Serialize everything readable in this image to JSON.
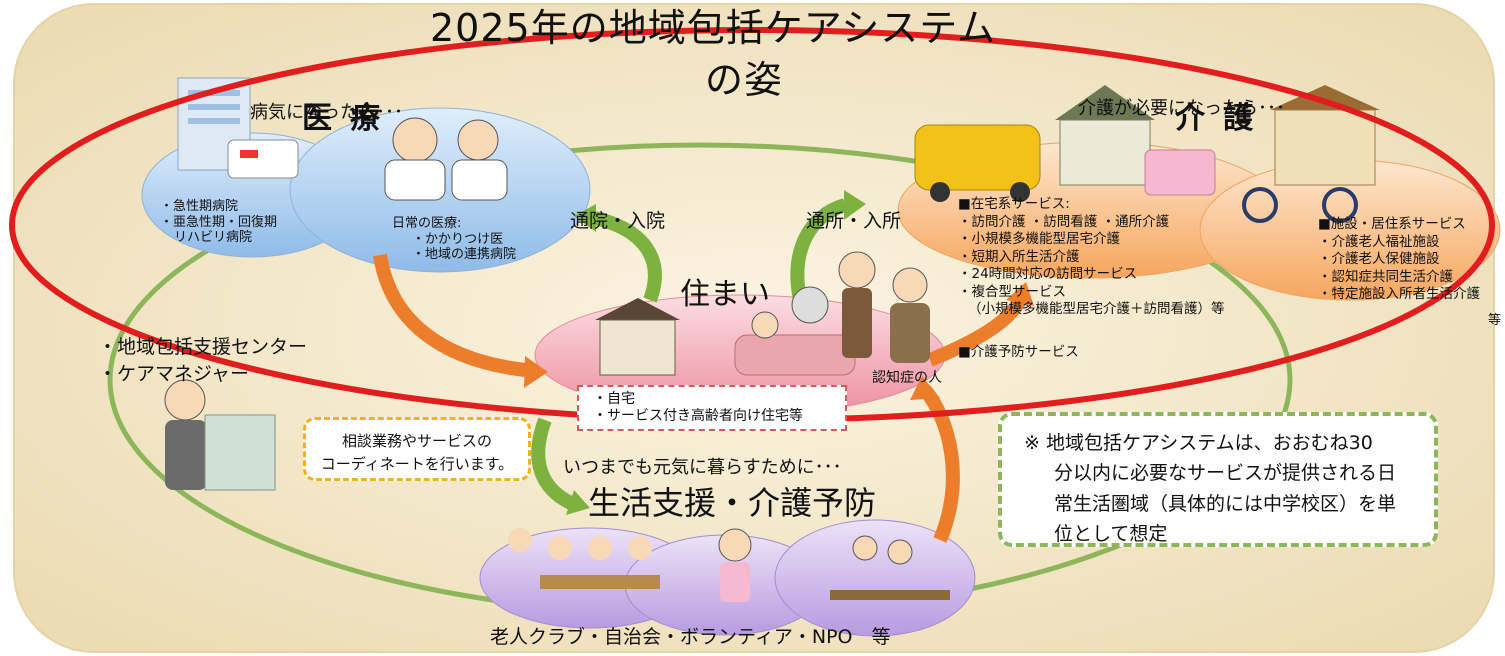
{
  "title": {
    "line1": "2025年の地域包括ケアシステム",
    "line2": "の姿"
  },
  "medical": {
    "caption": "病気になったら･･･",
    "heading": "医療",
    "hospital_lines": [
      "・急性期病院",
      "・亜急性期・回復期",
      "リハビリ病院"
    ],
    "daily_lines": [
      "日常の医療:",
      "・かかりつけ医",
      "・地域の連携病院"
    ]
  },
  "care": {
    "caption": "介護が必要になったら･･･",
    "heading": "介護",
    "home_services": [
      "■在宅系サービス:",
      "・訪問介護 ・訪問看護 ・通所介護",
      "・小規模多機能型居宅介護",
      "・短期入所生活介護",
      "・24時間対応の訪問サービス",
      "・複合型サービス",
      "（小規模多機能型居宅介護＋訪問看護）等"
    ],
    "prevention_service": "■介護予防サービス",
    "facility_services": [
      "■施設・居住系サービス",
      "・介護老人福祉施設",
      "・介護老人保健施設",
      "・認知症共同生活介護",
      "・特定施設入所者生活介護"
    ],
    "facility_etc": "等"
  },
  "home": {
    "label": "住まい",
    "box_lines": [
      "・自宅",
      "・サービス付き高齢者向け住宅等"
    ],
    "dementia_label": "認知症の人"
  },
  "arrows": {
    "hospital_visit": "通院・入院",
    "daycare": "通所・入所"
  },
  "support_center": {
    "lines": [
      "・地域包括支援センター",
      "・ケアマネジャー"
    ],
    "callout_lines": [
      "相談業務やサービスの",
      "コーディネートを行います。"
    ]
  },
  "life_support": {
    "caption": "いつまでも元気に暮らすために･･･",
    "heading": "生活支援・介護予防",
    "footer": "老人クラブ・自治会・ボランティア・NPO　等"
  },
  "note": {
    "lines": [
      "※  地域包括ケアシステムは、おおむね30",
      "分以内に必要なサービスが提供される日",
      "常生活圏域（具体的には中学校区）を単",
      "位として想定"
    ]
  },
  "colors": {
    "background": "#f6ecd2",
    "red_ring": "#e11d1d",
    "green_ring": "#8db55a",
    "arrow_orange": "#ec7d2a",
    "arrow_green": "#7db241",
    "bubble_blue": "#bcd7f2",
    "bubble_orange": "#f9c38f",
    "bubble_pink": "#f3b8c3",
    "bubble_purple": "#cab4e3"
  }
}
